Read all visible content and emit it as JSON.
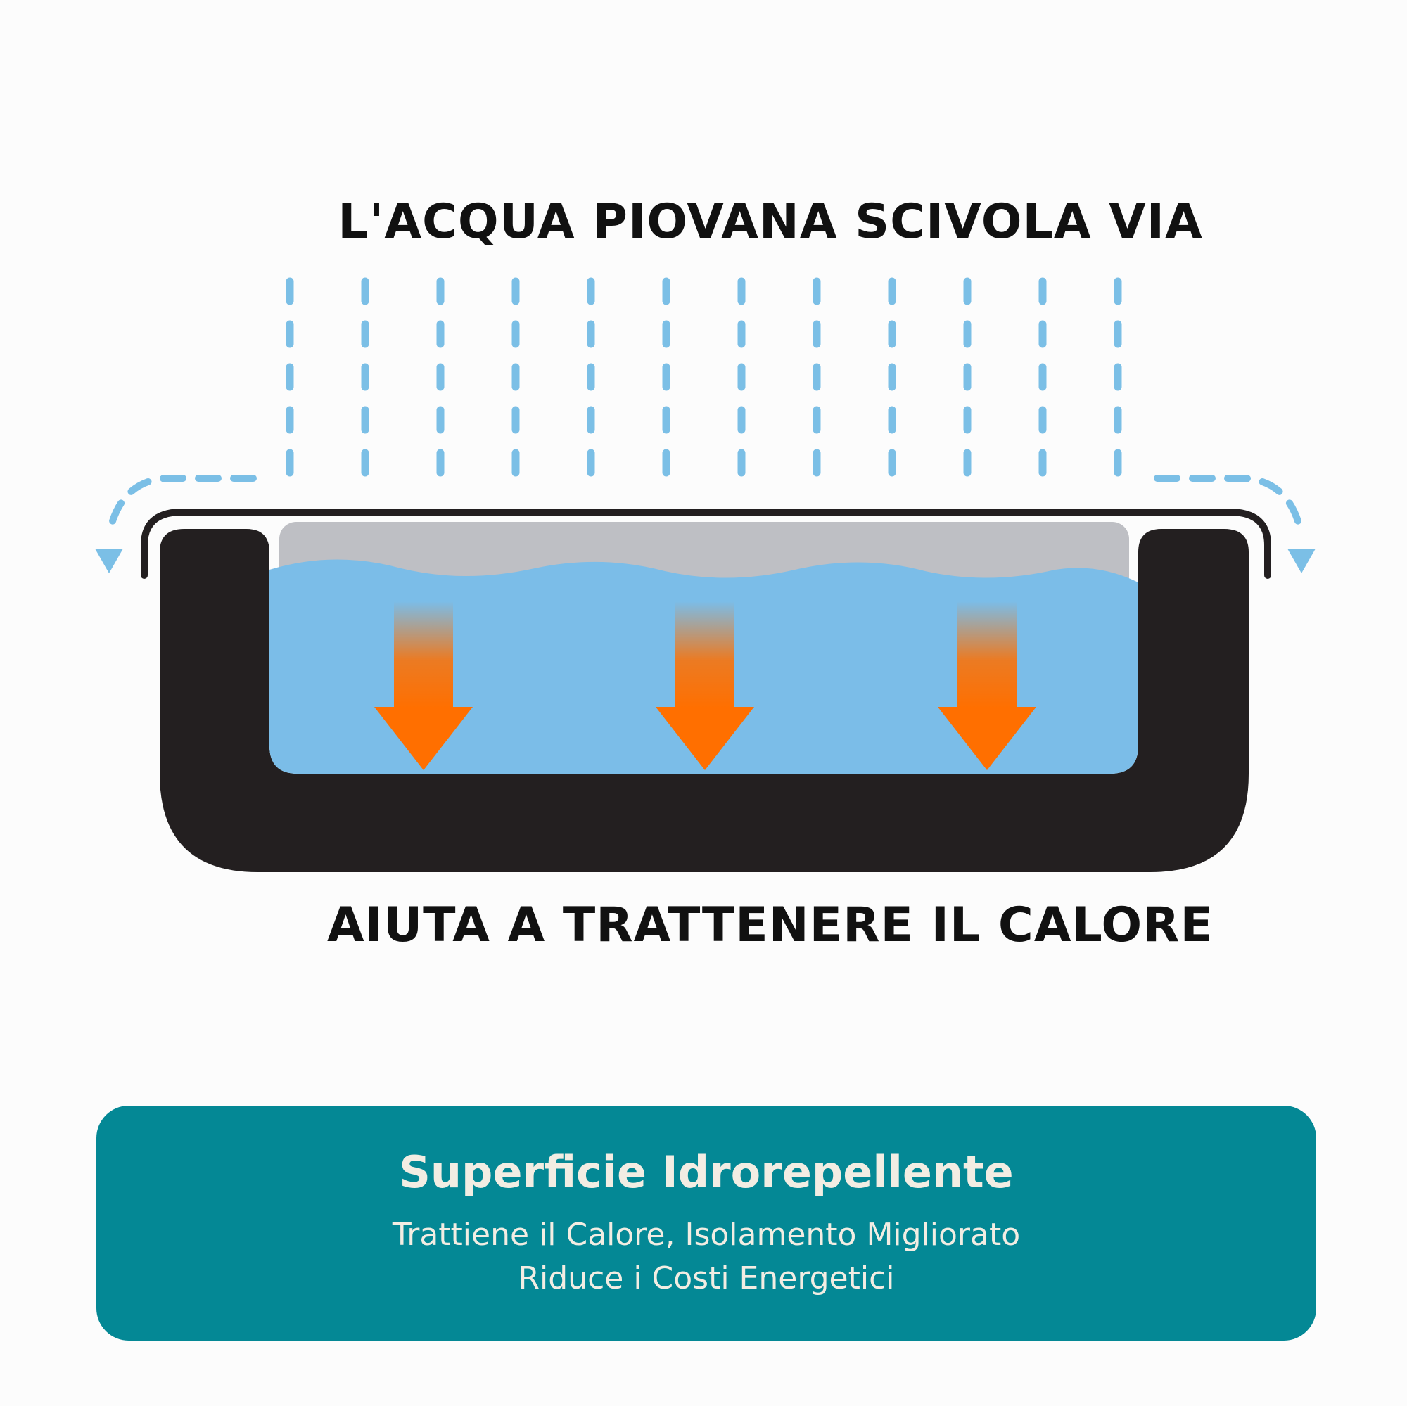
{
  "headings": {
    "top": "L'ACQUA PIOVANA SCIVOLA VIA",
    "bottom": "AIUTA A TRATTENERE IL CALORE"
  },
  "banner": {
    "title": "Superficie Idrorepellente",
    "line1": "Trattiene il Calore, Isolamento Migliorato",
    "line2": "Riduce i Costi Energetici"
  },
  "colors": {
    "rain": "#7bbfe6",
    "water": "#7bbde8",
    "cover": "#bebfc4",
    "tub": "#231f20",
    "heat_arrow": "#ff6f00",
    "banner": "#048895",
    "banner_text": "#f2ede3"
  },
  "icons": {
    "rain_drops": "dashed-rain-lines",
    "runoff": "curved-dashed-arrows",
    "heat": "down-arrow-gradient"
  }
}
